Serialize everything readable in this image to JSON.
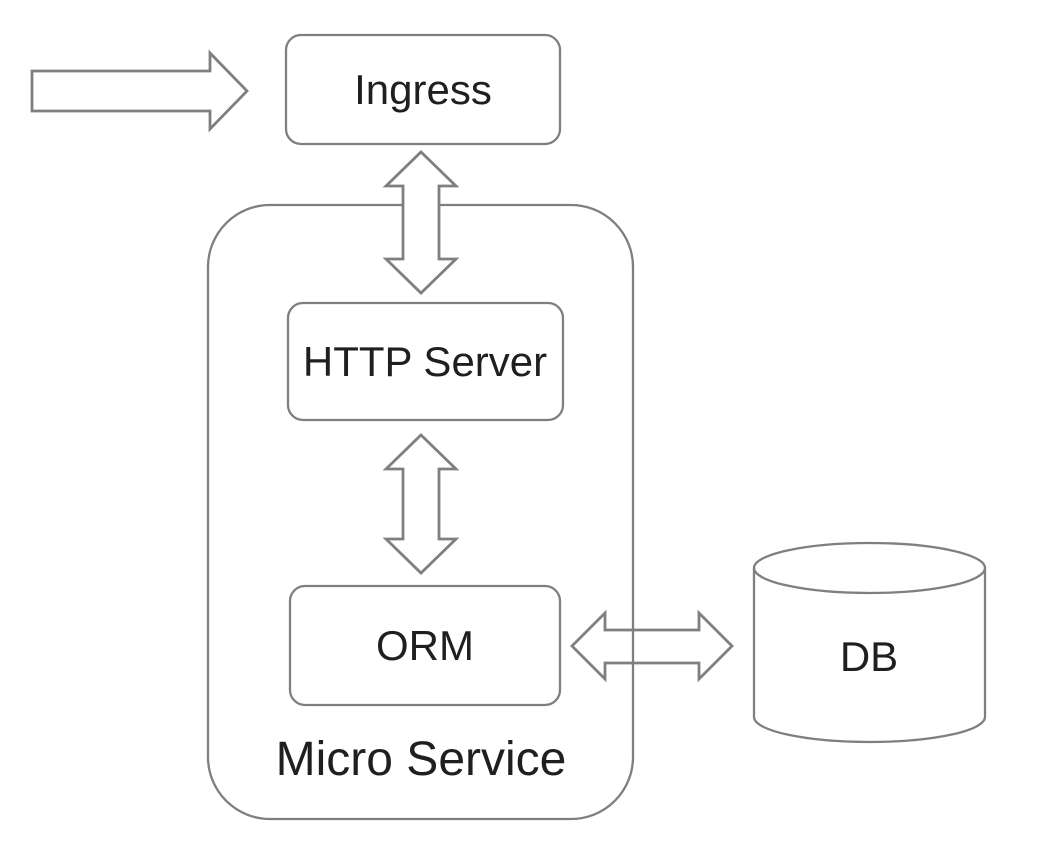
{
  "diagram": {
    "nodes": {
      "ingress": {
        "label": "Ingress"
      },
      "http_server": {
        "label": "HTTP Server"
      },
      "orm": {
        "label": "ORM"
      },
      "micro_service": {
        "label": "Micro Service"
      },
      "db": {
        "label": "DB"
      }
    },
    "colors": {
      "stroke_gray": "#7f7f7f",
      "orm_fill": "#f4b183",
      "node_fill": "#ffffff",
      "text": "#1f1f1f",
      "background": "#ffffff"
    },
    "connections": [
      {
        "from": "external-traffic",
        "to": "ingress",
        "type": "one-way-right-block-arrow"
      },
      {
        "from": "ingress",
        "to": "micro_service",
        "type": "two-way-vertical-block-arrow"
      },
      {
        "from": "http_server",
        "to": "orm",
        "type": "two-way-vertical-block-arrow"
      },
      {
        "from": "orm",
        "to": "db",
        "type": "two-way-horizontal-block-arrow"
      }
    ]
  }
}
